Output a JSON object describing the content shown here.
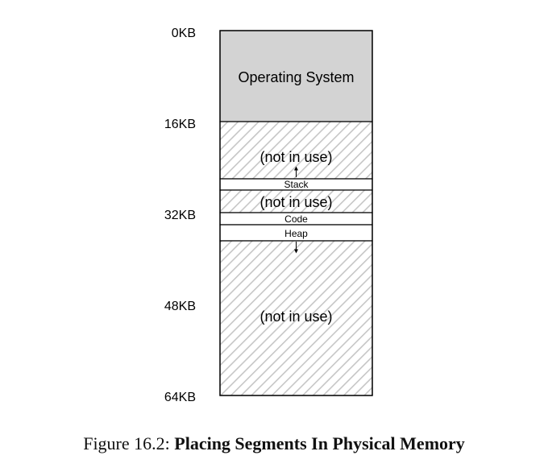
{
  "addresses": [
    "0KB",
    "16KB",
    "32KB",
    "48KB",
    "64KB"
  ],
  "segments": {
    "os": "Operating System",
    "free_top": "(not in use)",
    "stack": "Stack",
    "free_mid": "(not in use)",
    "code": "Code",
    "heap": "Heap",
    "free_bottom": "(not in use)"
  },
  "caption": {
    "prefix": "Figure 16.2:",
    "title": "Placing Segments In Physical Memory"
  },
  "colors": {
    "os_fill": "#d3d3d3",
    "hatch": "#c8c8c8",
    "border": "#000000"
  }
}
